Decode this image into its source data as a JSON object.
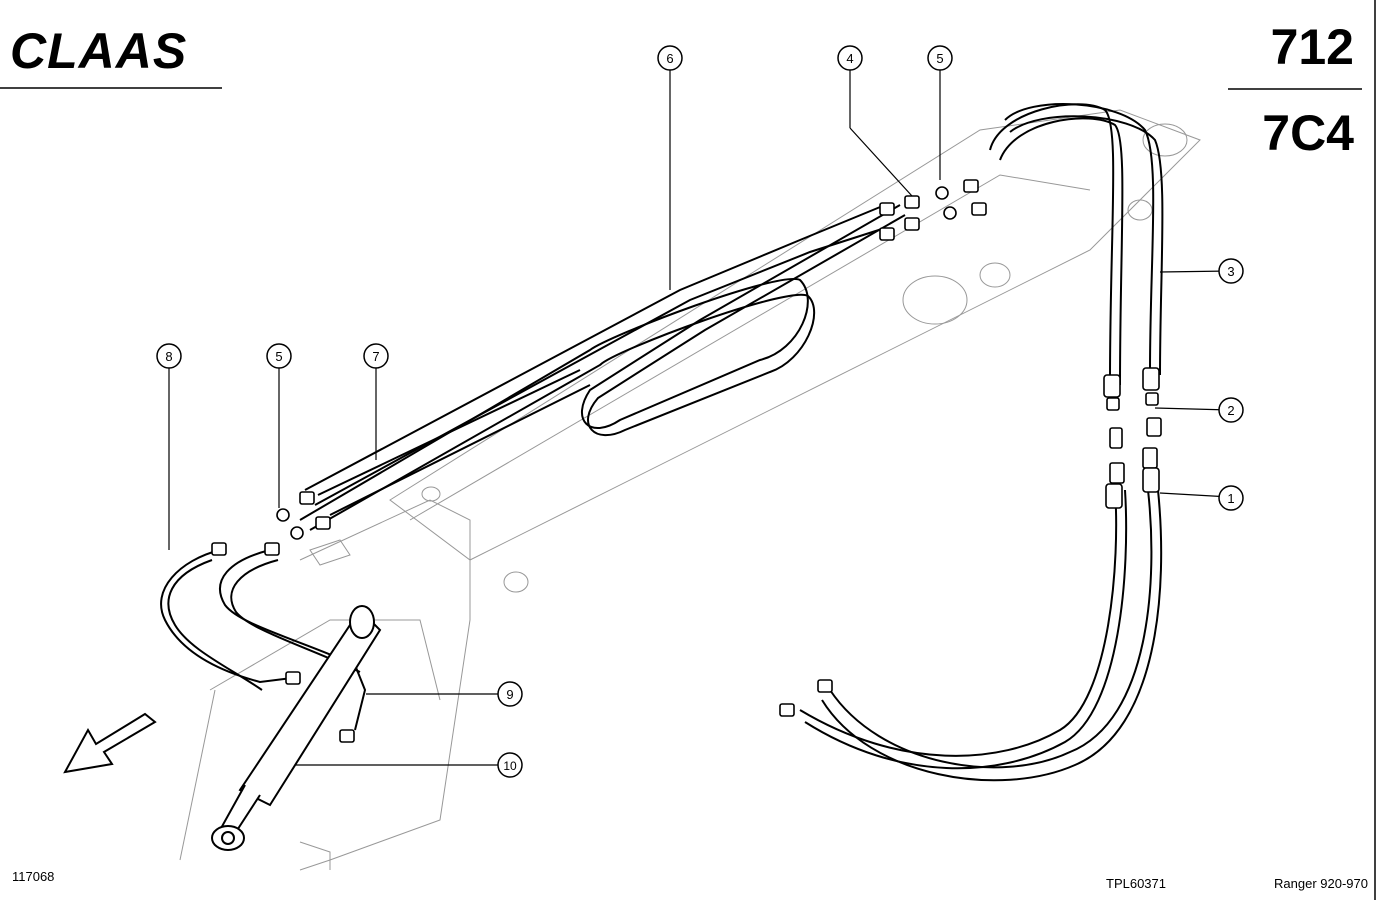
{
  "header": {
    "brand": "CLAAS",
    "page_number": "712",
    "group_code": "7C4"
  },
  "footer": {
    "image_number": "117068",
    "drawing_number": "TPL60371",
    "model": "Ranger 920-970"
  },
  "callouts": [
    {
      "id": "1",
      "label": "1"
    },
    {
      "id": "2",
      "label": "2"
    },
    {
      "id": "3",
      "label": "3"
    },
    {
      "id": "4",
      "label": "4"
    },
    {
      "id": "5a",
      "label": "5"
    },
    {
      "id": "5b",
      "label": "5"
    },
    {
      "id": "6",
      "label": "6"
    },
    {
      "id": "7",
      "label": "7"
    },
    {
      "id": "8",
      "label": "8"
    },
    {
      "id": "9",
      "label": "9"
    },
    {
      "id": "10",
      "label": "10"
    }
  ],
  "icons": {
    "direction": "arrow-down-left-icon"
  }
}
